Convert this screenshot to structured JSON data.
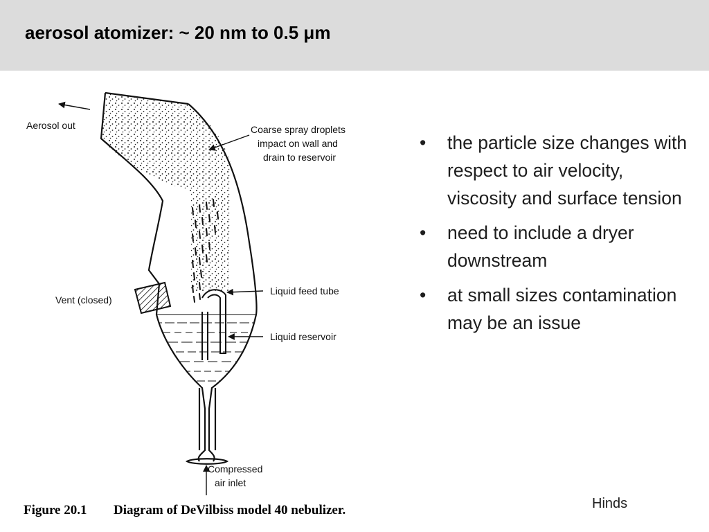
{
  "slide": {
    "title": "aerosol atomizer: ~ 20 nm to 0.5 μm",
    "bullets": [
      "the particle size changes with respect to air velocity, viscosity and surface tension",
      "need to include a dryer downstream",
      "at small sizes contamination may be an issue"
    ],
    "source": "Hinds"
  },
  "figure": {
    "labels": {
      "aerosol_out": "Aerosol out",
      "coarse_line1": "Coarse spray droplets",
      "coarse_line2": "impact on wall and",
      "coarse_line3": "drain to reservoir",
      "vent": "Vent (closed)",
      "feed_tube": "Liquid feed tube",
      "reservoir": "Liquid reservoir",
      "compressed_line1": "Compressed",
      "compressed_line2": "air inlet"
    },
    "caption_number": "Figure 20.1",
    "caption_text": "Diagram of DeVilbiss model 40 nebulizer."
  }
}
